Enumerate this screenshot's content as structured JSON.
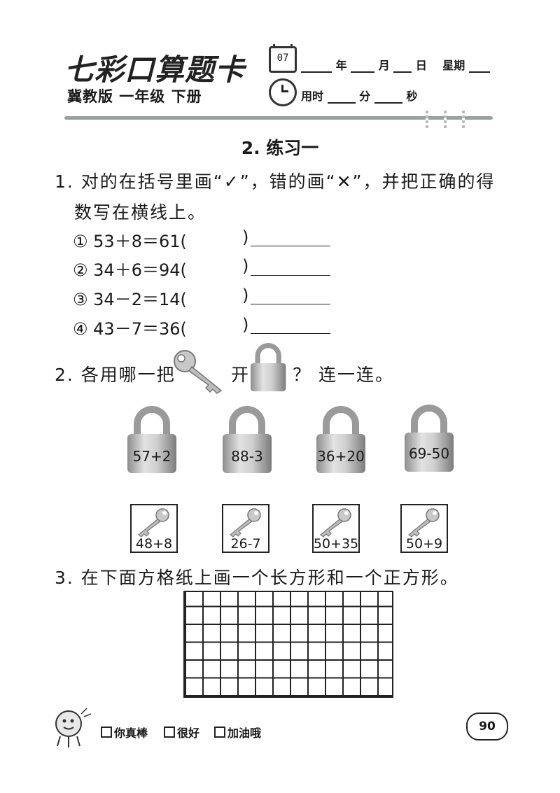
{
  "header": {
    "brand": "七彩口算题卡",
    "edition": "冀教版  一年级  下册",
    "calendar_day": "07",
    "date_labels": {
      "year": "年",
      "month": "月",
      "day": "日",
      "weekday": "星期"
    },
    "time_labels": {
      "used": "用时",
      "minute": "分",
      "second": "秒"
    }
  },
  "lesson_title": "2. 练习一",
  "q1": {
    "line1": "1. 对的在括号里画“✓”，错的画“✕”，并把正确的得",
    "line2": "数写在横线上。",
    "items": [
      {
        "num": "①",
        "expr": "53＋8＝61(",
        "close": ")"
      },
      {
        "num": "②",
        "expr": "34＋6＝94(",
        "close": ")"
      },
      {
        "num": "③",
        "expr": "34－2＝14(",
        "close": ")"
      },
      {
        "num": "④",
        "expr": "43－7＝36(",
        "close": ")"
      }
    ]
  },
  "q2": {
    "part1": "2. 各用哪一把",
    "part2": "开",
    "part3": "？ 连一连。",
    "locks": [
      "57+2",
      "88-3",
      "36+20",
      "69-50"
    ],
    "keys": [
      "48+8",
      "26-7",
      "50+35",
      "50+9"
    ]
  },
  "q3": {
    "text": "3. 在下面方格纸上画一个长方形和一个正方形。"
  },
  "footer": {
    "ratings": [
      "你真棒",
      "很好",
      "加油哦"
    ],
    "page_number": "90"
  }
}
